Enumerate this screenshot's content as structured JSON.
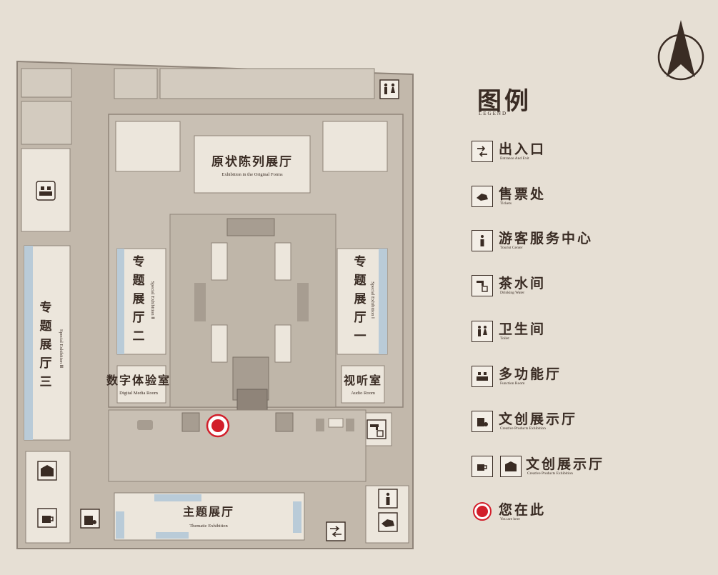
{
  "legend": {
    "title": "图例",
    "subtitle": "LEGEND",
    "items": [
      {
        "cn": "出入口",
        "en": "Entrance And Exit",
        "icon": "entrance-exit-icon"
      },
      {
        "cn": "售票处",
        "en": "Tickets",
        "icon": "ticket-icon"
      },
      {
        "cn": "游客服务中心",
        "en": "Tourist Center",
        "icon": "info-icon"
      },
      {
        "cn": "茶水间",
        "en": "Drinking Water",
        "icon": "water-tap-icon"
      },
      {
        "cn": "卫生间",
        "en": "Toilet",
        "icon": "toilet-icon"
      },
      {
        "cn": "多功能厅",
        "en": "Function Room",
        "icon": "function-room-icon"
      },
      {
        "cn": "文创展示厅",
        "en": "Creative Products Exhibition",
        "icon": "creative-shop-icon"
      },
      {
        "cn": "文创展示厅",
        "en": "Creative Products Exhibition",
        "icon": "cafe-book-icon"
      },
      {
        "cn": "您在此",
        "en": "You are here",
        "icon": "you-are-here-icon"
      }
    ]
  },
  "rooms": {
    "original": {
      "cn": "原状陈列展厅",
      "en": "Exhibition in the Original Forms"
    },
    "special1": {
      "cn": [
        "专",
        "题",
        "展",
        "厅",
        "一"
      ],
      "en": "Special Exhibition Ⅰ"
    },
    "special2": {
      "cn": [
        "专",
        "题",
        "展",
        "厅",
        "二"
      ],
      "en": "Special Exhibition Ⅱ"
    },
    "special3": {
      "cn": [
        "专",
        "题",
        "展",
        "厅",
        "三"
      ],
      "en": "Special Exhibition Ⅲ"
    },
    "digital": {
      "cn": "数字体验室",
      "en": "Digital Media Room"
    },
    "audio": {
      "cn": "视听室",
      "en": "Audio Room"
    },
    "thematic": {
      "cn": "主题展厅",
      "en": "Thematic Exhibition"
    }
  },
  "colors": {
    "background": "#e6dfd4",
    "building": "#c2b8ab",
    "wall": "#8f8479",
    "room": "#ece6dc",
    "window": "#b9cbd8",
    "accent_red": "#d21f2b",
    "ink": "#3a2c24"
  }
}
